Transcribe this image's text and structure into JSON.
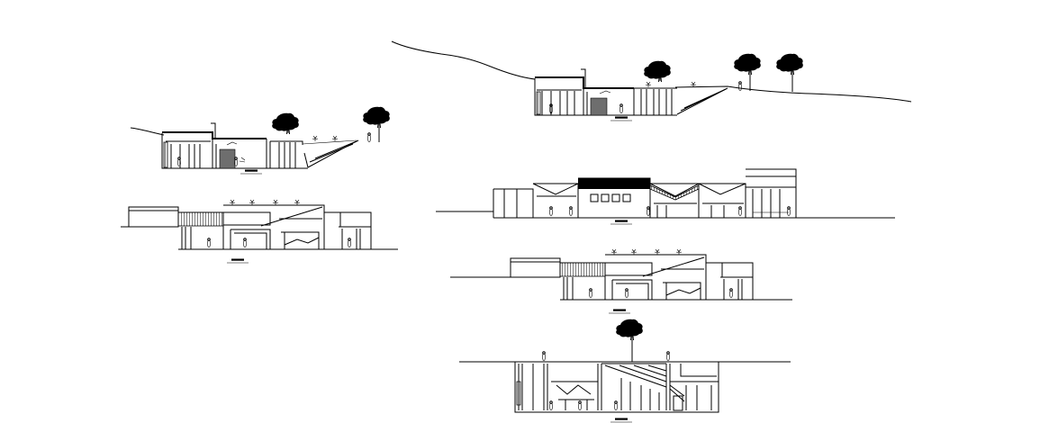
{
  "drawing": {
    "kind": "architectural elevations and sections",
    "views": [
      {
        "id": "section-a"
      },
      {
        "id": "section-b"
      },
      {
        "id": "elevation-a"
      },
      {
        "id": "elevation-b"
      },
      {
        "id": "elevation-c"
      },
      {
        "id": "section-c"
      }
    ]
  },
  "colors": {
    "line": "#000000",
    "background": "#ffffff",
    "fill_gray": "#6e6e6e"
  }
}
